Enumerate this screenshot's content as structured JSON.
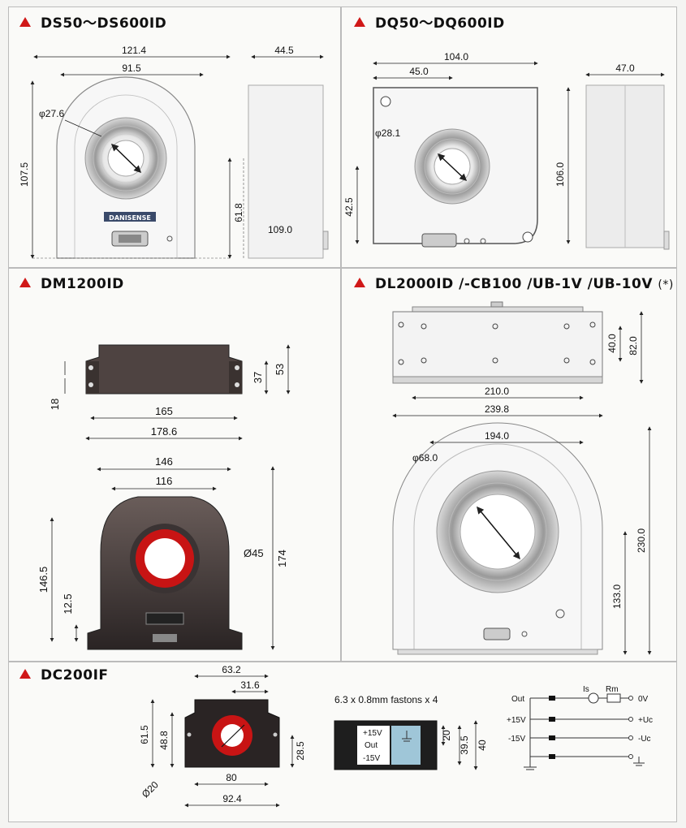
{
  "panels": {
    "ds": {
      "title": "DS50～DS600ID",
      "dims": {
        "w_total": "121.4",
        "w_inner": "91.5",
        "depth": "44.5",
        "phi": "φ27.6",
        "height": "107.5",
        "center_h": "61.8",
        "side_h": "109.0"
      },
      "logo": "DANISENSE"
    },
    "dq": {
      "title": "DQ50～DQ600ID",
      "dims": {
        "w_total": "104.0",
        "w_half": "45.0",
        "depth": "47.0",
        "phi": "φ28.1",
        "center_h": "42.5",
        "height": "106.0"
      }
    },
    "dm": {
      "title": "DM1200ID",
      "dims": {
        "h37": "37",
        "h53": "53",
        "h18": "18",
        "w165": "165",
        "w178": "178.6",
        "w146": "146",
        "w116": "116",
        "h146": "146.5",
        "h12": "12.5",
        "phi45": "Ø45",
        "h174": "174"
      }
    },
    "dl": {
      "title": "DL2000ID /-CB100 /UB-1V /UB-10V",
      "note": "(*)",
      "dims": {
        "h40": "40.0",
        "h82": "82.0",
        "w210": "210.0",
        "w239": "239.8",
        "w194": "194.0",
        "phi68": "φ68.0",
        "h230": "230.0",
        "h133": "133.0"
      }
    },
    "dc": {
      "title": "DC200IF",
      "dims": {
        "w63": "63.2",
        "w31": "31.6",
        "h61": "61.5",
        "h48": "48.8",
        "h28": "28.5",
        "phi20": "Ø20",
        "w80": "80",
        "w92": "92.4",
        "h20": "20",
        "h39": "39.5",
        "h40": "40"
      },
      "fastons": "6.3 x 0.8mm fastons x 4",
      "terminals": [
        "+15V",
        "Out",
        "-15V"
      ],
      "schematic": {
        "labels_left": [
          "Out",
          "+15V",
          "-15V"
        ],
        "labels_right": [
          "0V",
          "+Uc",
          "-Uc"
        ],
        "is": "Is",
        "rm": "Rm"
      }
    }
  },
  "colors": {
    "accent": "#d01818",
    "ring_red": "#c81414"
  }
}
